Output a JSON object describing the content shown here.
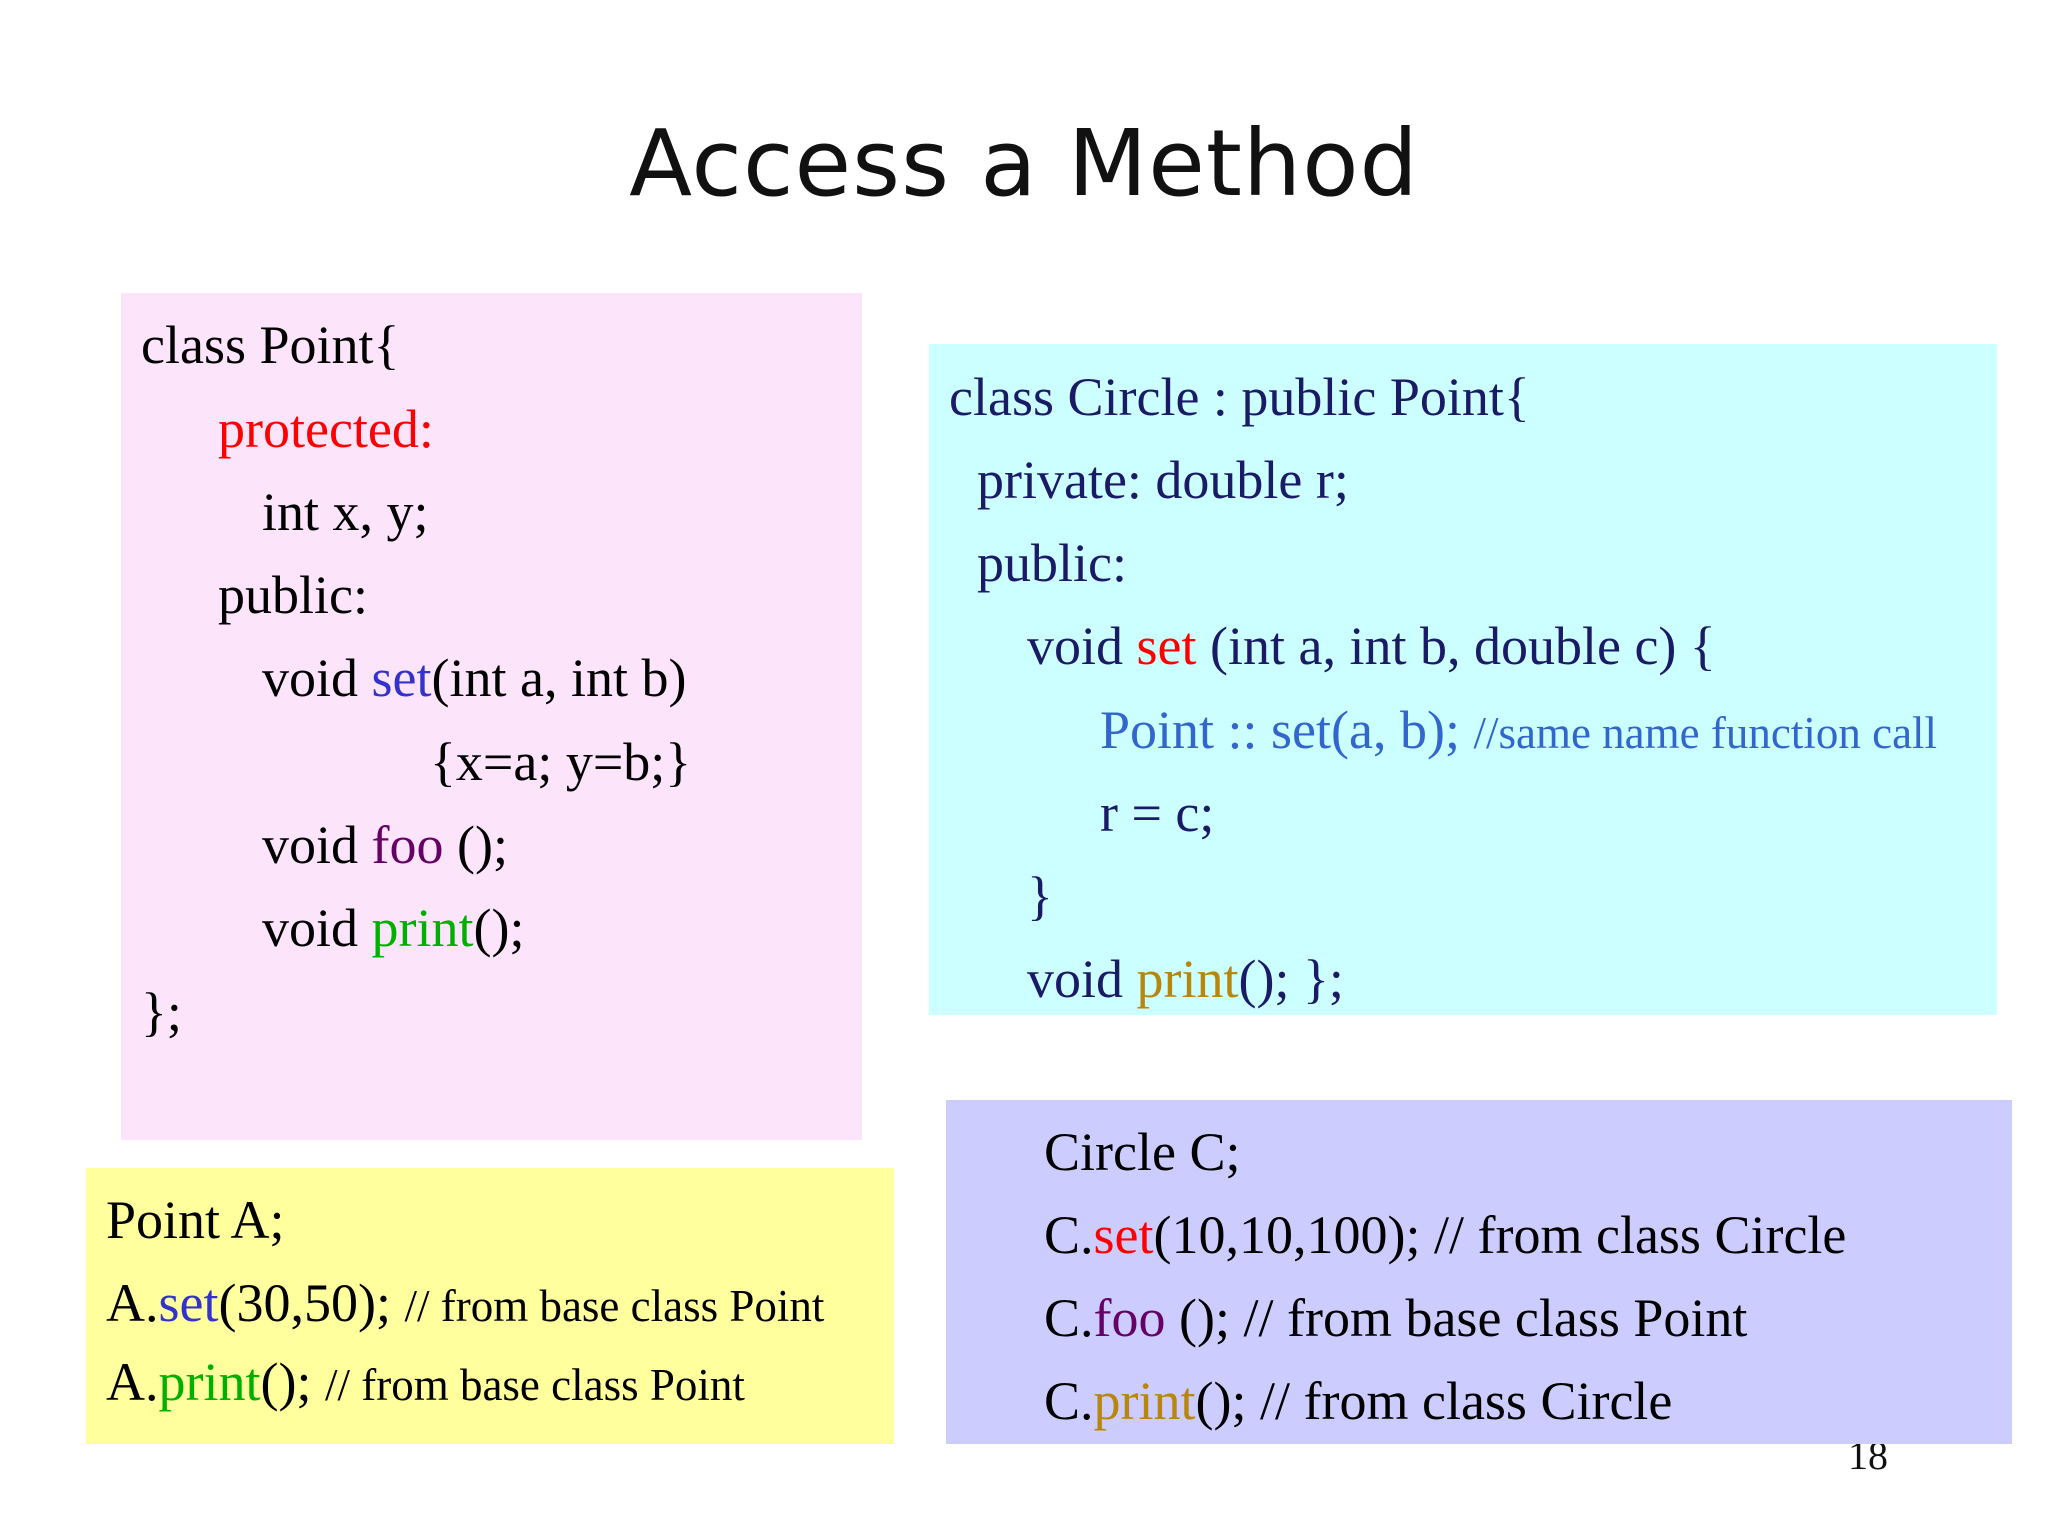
{
  "slide": {
    "title": "Access a Method",
    "page_number": "18"
  },
  "point_class": {
    "line1": "class Point{",
    "protected_label": "protected:",
    "members": "int x, y;",
    "public_label": "public:",
    "set_void": "void ",
    "set_name": "set",
    "set_params": "(int a, int b)",
    "set_body": "{x=a; y=b;}",
    "foo_void": "void ",
    "foo_name": "foo",
    "foo_rest": " ();",
    "print_void": "void ",
    "print_name": "print",
    "print_rest": "();",
    "close": "};"
  },
  "circle_class": {
    "line1": "class Circle : public Point{",
    "private_line": "private:  double r;",
    "public_label": "public:",
    "set_void": "void ",
    "set_name": "set",
    "set_params": " (int a, int b, double c) {",
    "call_code": "Point :: set(a, b); ",
    "call_comment": "//same name function call",
    "assign": "r = c;",
    "close_brace": "}",
    "print_void": "void ",
    "print_name": "print",
    "print_rest": "();  };"
  },
  "point_usage": {
    "decl": "Point A;",
    "set_obj": "A.",
    "set_name": "set",
    "set_args": "(30,50);  ",
    "set_comment": "// from base class Point",
    "print_obj": "A.",
    "print_name": "print",
    "print_args": "(); ",
    "print_comment": "// from base class Point"
  },
  "circle_usage": {
    "decl": "Circle C;",
    "set_obj": "C.",
    "set_name": "set",
    "set_rest": "(10,10,100);   // from class Circle",
    "foo_obj": "C.",
    "foo_name": "foo",
    "foo_rest": " ();  // from base class Point",
    "print_obj": "C.",
    "print_name": "print",
    "print_rest": "(); // from class Circle"
  },
  "colors": {
    "point_box_bg": "#fce4fb",
    "circle_box_bg": "#ccffff",
    "point_usage_bg": "#ffff9e",
    "circle_usage_bg": "#ccccff",
    "keyword_red": "#ff0000",
    "set_blue": "#3333cc",
    "foo_purple": "#660066",
    "print_green": "#00b000",
    "print_brown": "#b8860b",
    "circle_text_navy": "#1a1a66"
  }
}
